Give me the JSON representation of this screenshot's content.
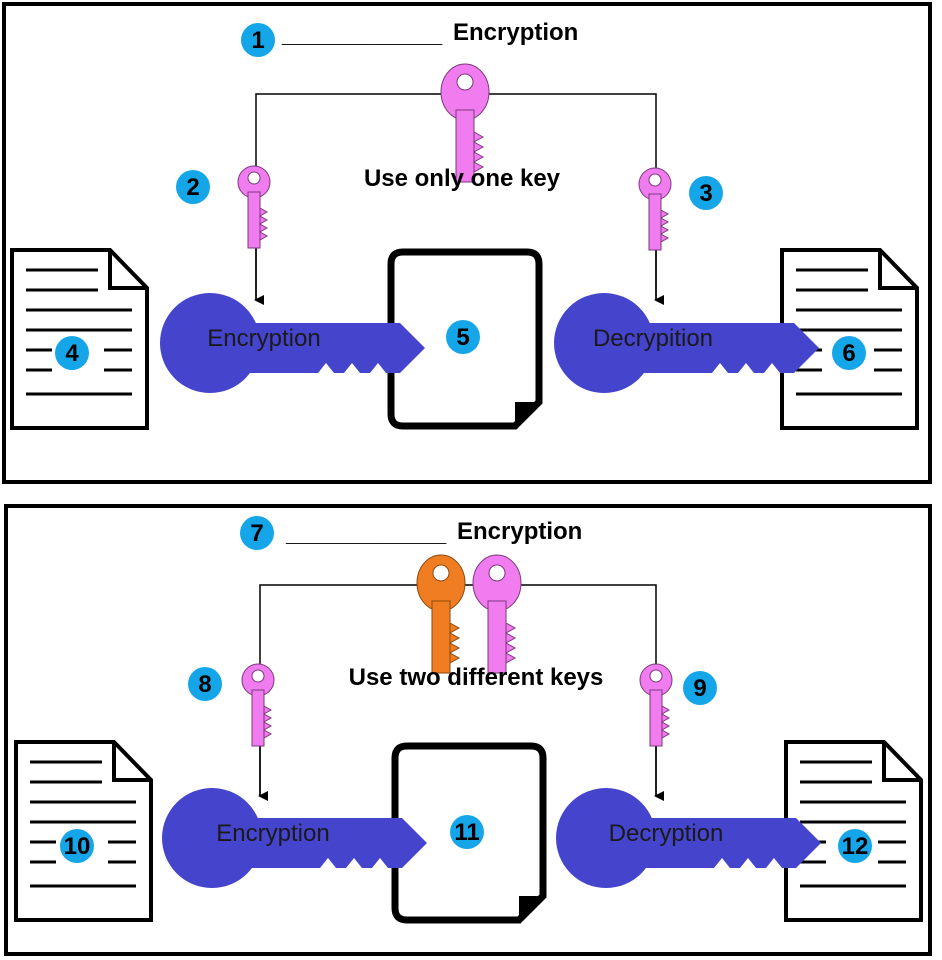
{
  "colors": {
    "badge": "#14a6e8",
    "big_key": "#4444cc",
    "small_key": "#f07cf0",
    "orange_key": "#f07d22",
    "frame": "#000000"
  },
  "panels": [
    {
      "title_number": "1",
      "title_blank": "____________",
      "title_word": "Encryption",
      "caption": "Use only one key",
      "left_key_number": "2",
      "right_key_number": "3",
      "plain_doc_number": "4",
      "cipher_doc_number": "5",
      "result_doc_number": "6",
      "encrypt_label": "Encryption",
      "decrypt_label": "Decrypition",
      "top_keys": [
        "pink-key"
      ]
    },
    {
      "title_number": "7",
      "title_blank": "____________",
      "title_word": "Encryption",
      "caption": "Use two different keys",
      "left_key_number": "8",
      "right_key_number": "9",
      "plain_doc_number": "10",
      "cipher_doc_number": "11",
      "result_doc_number": "12",
      "encrypt_label": "Encryption",
      "decrypt_label": "Decryption",
      "top_keys": [
        "orange-key",
        "pink-key"
      ]
    }
  ]
}
